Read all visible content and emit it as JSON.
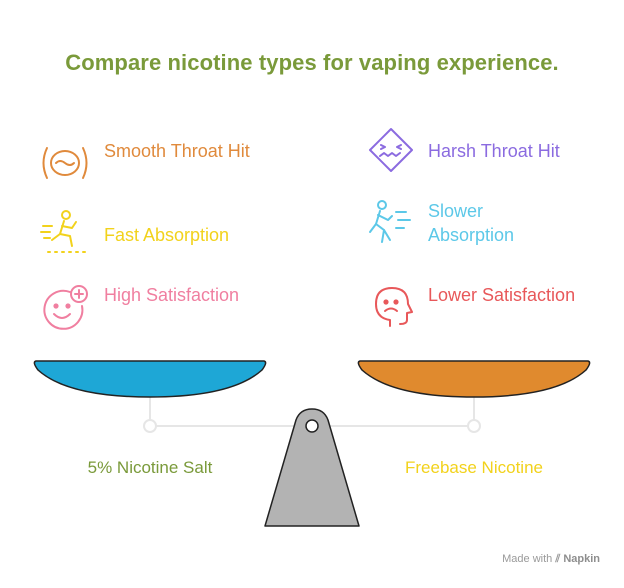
{
  "title": "Compare nicotine types for vaping experience.",
  "left": {
    "label": "5% Nicotine Salt",
    "label_color": "#7a9a3a",
    "pan_color": "#1ea7d6",
    "features": [
      {
        "text": "Smooth Throat Hit",
        "color": "#e08a3c",
        "icon": "throat-smooth-icon"
      },
      {
        "text": "Fast Absorption",
        "color": "#f2d21c",
        "icon": "running-person-icon"
      },
      {
        "text": "High Satisfaction",
        "color": "#f07fa0",
        "icon": "happy-face-plus-icon"
      }
    ]
  },
  "right": {
    "label": "Freebase Nicotine",
    "label_color": "#f2d21c",
    "pan_color": "#e08a2e",
    "features": [
      {
        "text": "Harsh Throat Hit",
        "color": "#8b6be0",
        "icon": "harsh-throat-icon"
      },
      {
        "text": "Slower Absorption",
        "color": "#5cc8e8",
        "icon": "walking-person-icon"
      },
      {
        "text": "Lower Satisfaction",
        "color": "#e8585a",
        "icon": "sad-head-icon"
      }
    ]
  },
  "footer": {
    "made_with": "Made with",
    "brand": "Napkin"
  }
}
